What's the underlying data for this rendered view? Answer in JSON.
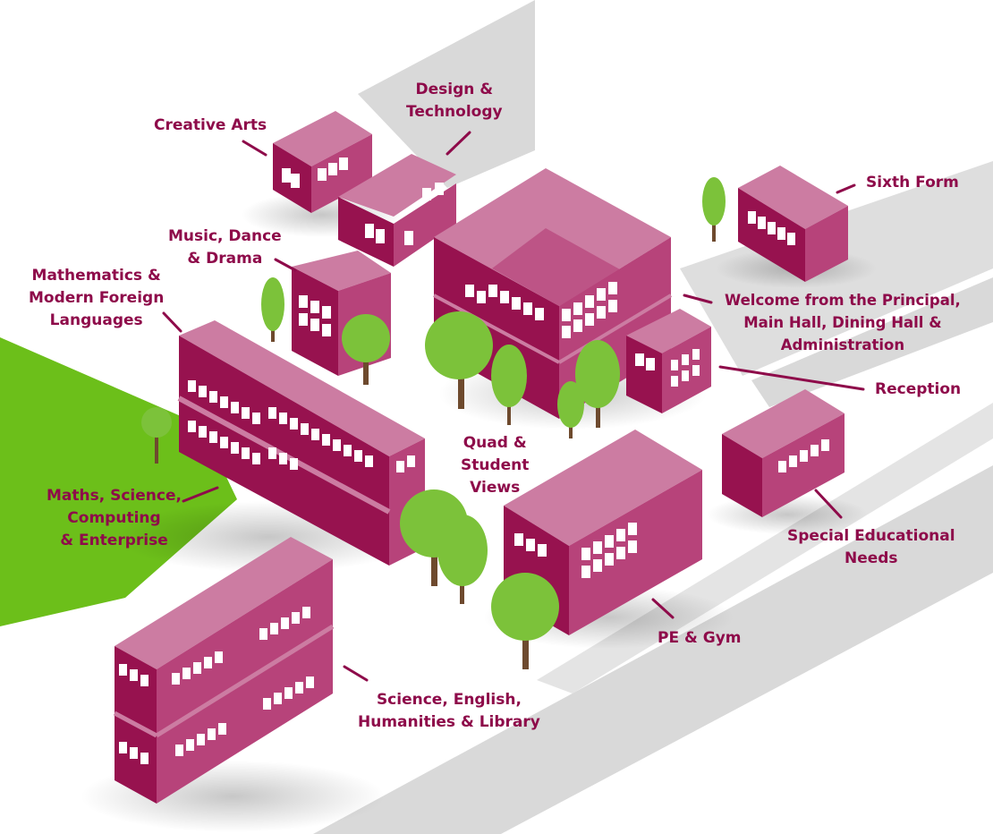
{
  "colors": {
    "brand": "#8e0b4a",
    "building_front": "#97124f",
    "building_side": "#b7437a",
    "building_top": "#cc7ca2",
    "window": "#ffffff",
    "road": "#d9d9d9",
    "green_area": "#6cbf1a",
    "tree_foliage": "#7cc23a",
    "tree_trunk": "#6e4a2e"
  },
  "labels": {
    "creative_arts": [
      "Creative Arts"
    ],
    "design_technology": [
      "Design &",
      "Technology"
    ],
    "sixth_form": [
      "Sixth Form"
    ],
    "music_dance_drama": [
      "Music, Dance",
      "& Drama"
    ],
    "maths_mfl": [
      "Mathematics &",
      "Modern Foreign",
      "Languages"
    ],
    "welcome_main_hall": [
      "Welcome from the Principal,",
      "Main Hall, Dining Hall &",
      "Administration"
    ],
    "reception": [
      "Reception"
    ],
    "quad_student_views": [
      "Quad &",
      "Student",
      "Views"
    ],
    "maths_science_computing": [
      "Maths, Science,",
      "Computing",
      "& Enterprise"
    ],
    "special_educational_needs": [
      "Special Educational",
      "Needs"
    ],
    "pe_gym": [
      "PE & Gym"
    ],
    "science_english_library": [
      "Science, English,",
      "Humanities & Library"
    ]
  }
}
